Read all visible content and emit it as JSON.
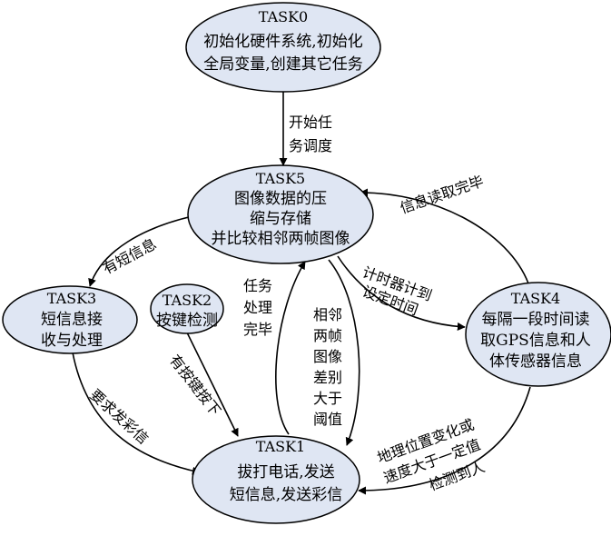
{
  "colors": {
    "node_fill": "#dfe6f3",
    "stroke": "#000000",
    "text": "#000000"
  },
  "nodes": {
    "task0": {
      "title": "TASK0",
      "lines": [
        "初始化硬件系统,初始化",
        "全局变量,创建其它任务"
      ]
    },
    "task5": {
      "title": "TASK5",
      "lines": [
        "图像数据的压",
        "缩与存储",
        "并比较相邻两帧图像"
      ]
    },
    "task3": {
      "title": "TASK3",
      "lines": [
        "短信息接",
        "收与处理"
      ]
    },
    "task2": {
      "title": "TASK2",
      "lines": [
        "按键检测"
      ]
    },
    "task4": {
      "title": "TASK4",
      "lines": [
        "每隔一段时间读",
        "取GPS信息和人",
        "体传感器信息"
      ]
    },
    "task1": {
      "title": "TASK1",
      "lines": [
        "拔打电话,发送",
        "短信息,发送彩信"
      ]
    }
  },
  "edges": {
    "start_scheduling": {
      "lines": [
        "开始任",
        "务调度"
      ]
    },
    "info_read_done": {
      "text": "信息读取完毕"
    },
    "has_sms": {
      "text": "有短信息"
    },
    "timer_reached": {
      "lines": [
        "计时器计到",
        "设定时间"
      ]
    },
    "task_done": {
      "lines": [
        "任务",
        "处理",
        "完毕"
      ]
    },
    "frame_diff": {
      "lines": [
        "相邻",
        "两帧",
        "图像",
        "差别",
        "大于",
        "阈值"
      ]
    },
    "key_pressed": {
      "text": "有按键按下"
    },
    "send_mms": {
      "text": "要求发彩信"
    },
    "location_change": {
      "lines": [
        "地理位置变化或",
        "速度大于一定值",
        "检测到人"
      ]
    }
  }
}
